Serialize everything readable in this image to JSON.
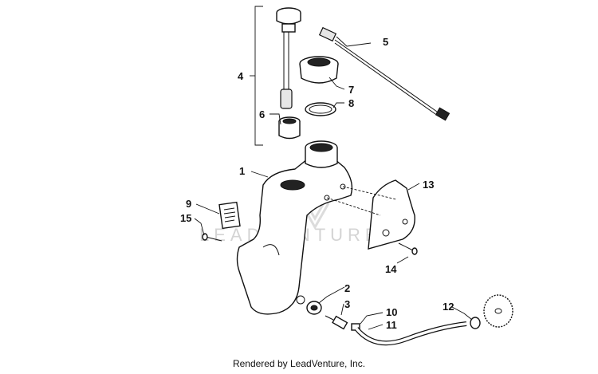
{
  "diagram": {
    "callouts": [
      {
        "id": "c1",
        "label": "1"
      },
      {
        "id": "c2",
        "label": "2"
      },
      {
        "id": "c3",
        "label": "3"
      },
      {
        "id": "c4",
        "label": "4"
      },
      {
        "id": "c5",
        "label": "5"
      },
      {
        "id": "c6",
        "label": "6"
      },
      {
        "id": "c7",
        "label": "7"
      },
      {
        "id": "c8",
        "label": "8"
      },
      {
        "id": "c9",
        "label": "9"
      },
      {
        "id": "c10",
        "label": "10"
      },
      {
        "id": "c11",
        "label": "11"
      },
      {
        "id": "c12",
        "label": "12"
      },
      {
        "id": "c13",
        "label": "13"
      },
      {
        "id": "c14",
        "label": "14"
      },
      {
        "id": "c15",
        "label": "15"
      }
    ],
    "watermark": "LEADVENTURE",
    "footer": "Rendered by LeadVenture, Inc."
  }
}
